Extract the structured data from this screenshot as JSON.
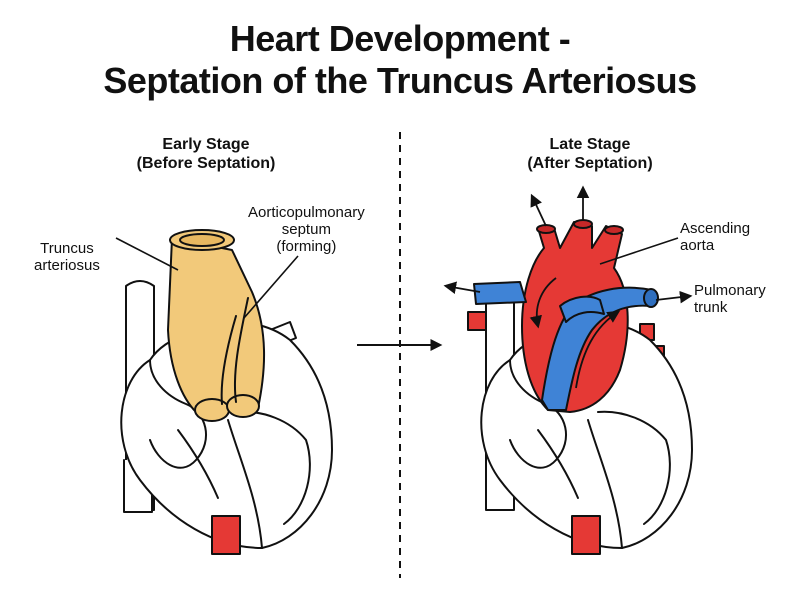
{
  "title": {
    "line1": "Heart Development -",
    "line2": "Septation of the Truncus Arteriosus"
  },
  "left_panel": {
    "heading_line1": "Early Stage",
    "heading_line2": "(Before Septation)",
    "label_truncus": [
      "Truncus",
      "arteriosus"
    ],
    "label_septum": [
      "Aorticopulmonary",
      "septum",
      "(forming)"
    ]
  },
  "right_panel": {
    "heading_line1": "Late Stage",
    "heading_line2": "(After Septation)",
    "label_aorta": [
      "Ascending",
      "aorta"
    ],
    "label_pulmonary": [
      "Pulmonary",
      "trunk"
    ]
  },
  "colors": {
    "truncus": "#f2c97a",
    "aorta": "#e53935",
    "pulmonary": "#3f83d6",
    "outline": "#111111"
  }
}
